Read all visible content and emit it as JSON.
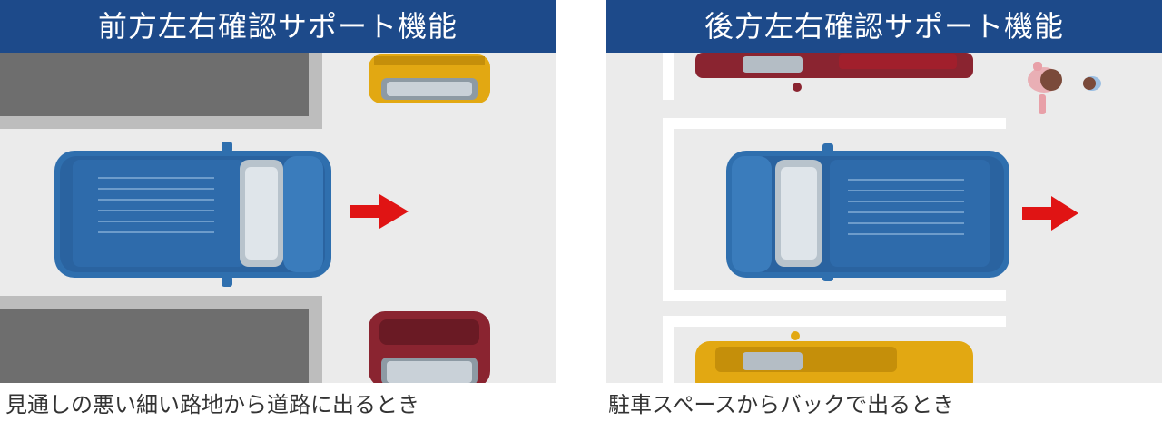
{
  "front_panel": {
    "title": "前方左右確認サポート機能",
    "caption": "見通しの悪い細い路地から道路に出るとき"
  },
  "rear_panel": {
    "title": "後方左右確認サポート機能",
    "caption": "駐車スペースからバックで出るとき"
  },
  "colors": {
    "banner": "#1d4a8a",
    "road": "#ebebeb",
    "wall": "#6e6e6e",
    "ego_car": "#2f6fae",
    "yellow_car": "#e2a812",
    "red_car": "#8a2430",
    "arrow": "#e01414"
  }
}
